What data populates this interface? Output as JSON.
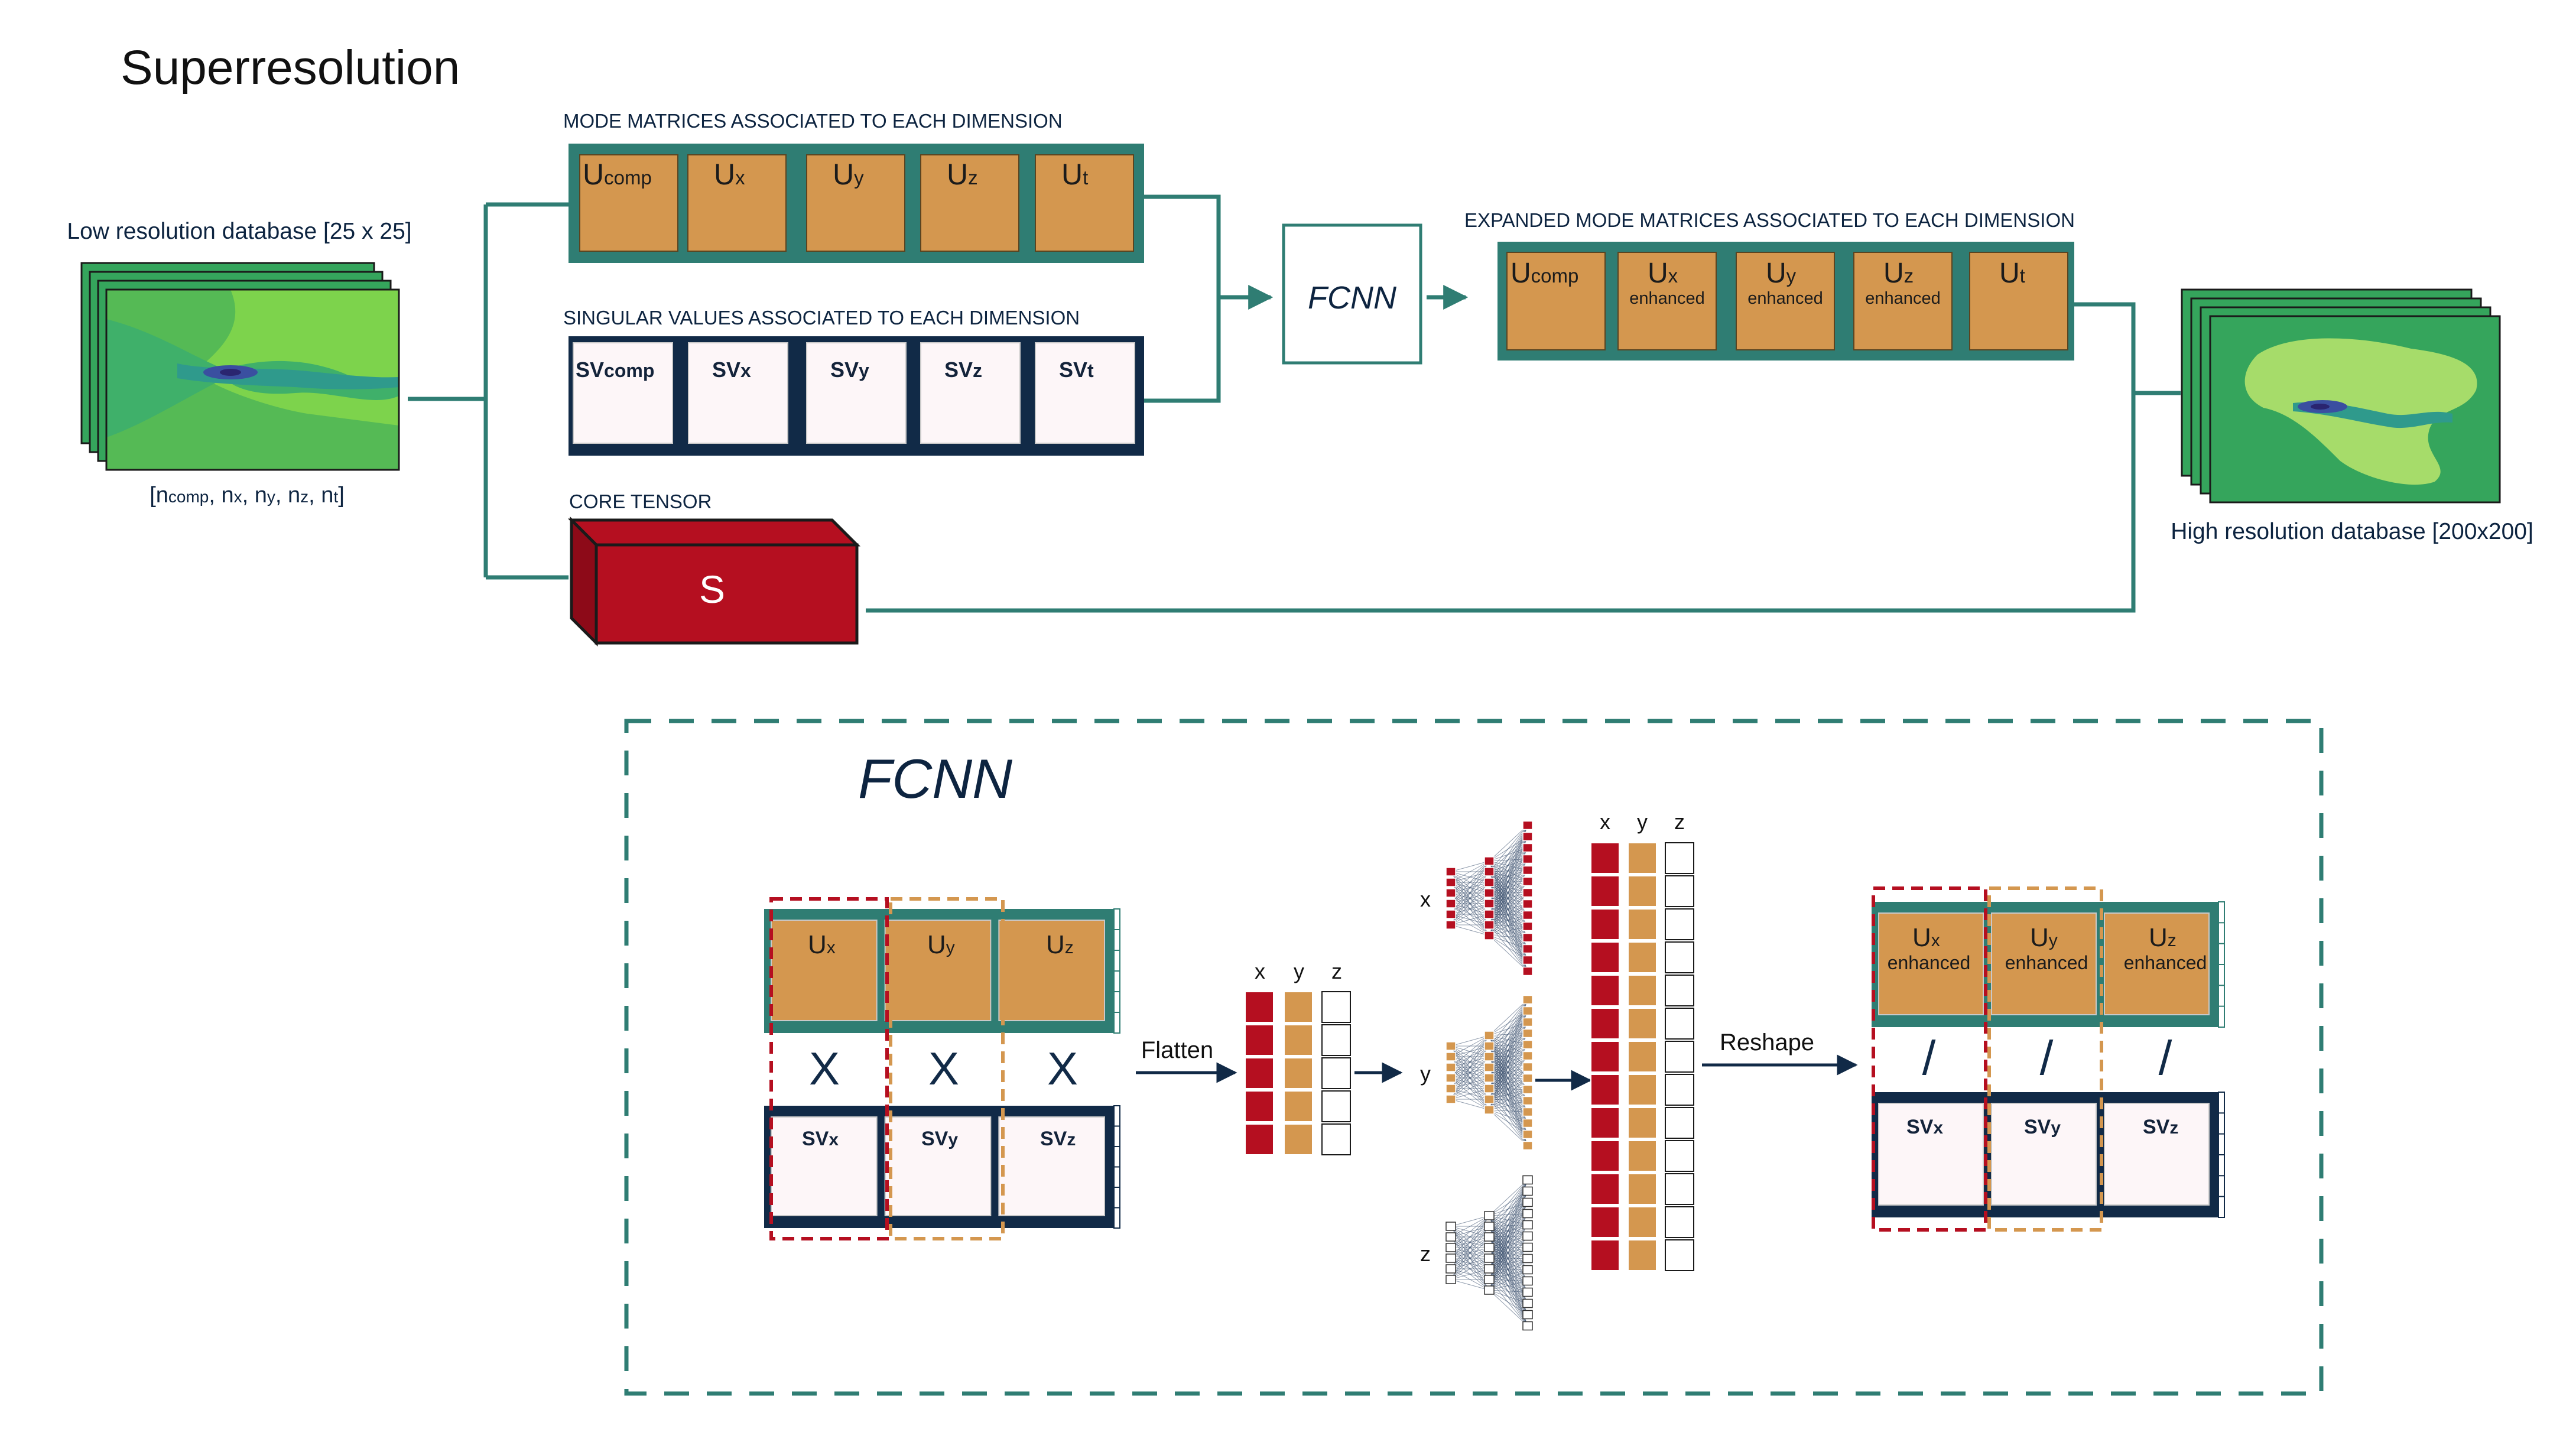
{
  "title": "Superresolution",
  "low_res": {
    "label": "Low resolution database [25 x 25]",
    "dims": {
      "open": "[",
      "items": [
        {
          "base": "n",
          "sub": "comp"
        },
        {
          "base": "n",
          "sub": "x"
        },
        {
          "base": "n",
          "sub": "y"
        },
        {
          "base": "n",
          "sub": "z"
        },
        {
          "base": "n",
          "sub": "t"
        }
      ],
      "close": "]"
    }
  },
  "mode_matrices": {
    "caption": "MODE MATRICES ASSOCIATED TO EACH DIMENSION",
    "items": [
      {
        "base": "U",
        "sub": "comp"
      },
      {
        "base": "U",
        "sub": "x"
      },
      {
        "base": "U",
        "sub": "y"
      },
      {
        "base": "U",
        "sub": "z"
      },
      {
        "base": "U",
        "sub": "t"
      }
    ]
  },
  "singular_values": {
    "caption": "SINGULAR VALUES ASSOCIATED TO EACH DIMENSION",
    "items": [
      {
        "base": "SV",
        "sub": "comp"
      },
      {
        "base": "SV",
        "sub": "x"
      },
      {
        "base": "SV",
        "sub": "y"
      },
      {
        "base": "SV",
        "sub": "z"
      },
      {
        "base": "SV",
        "sub": "t"
      }
    ]
  },
  "core_tensor": {
    "caption": "CORE TENSOR",
    "symbol": "S"
  },
  "fcnn_box": {
    "label": "FCNN"
  },
  "expanded": {
    "caption": "EXPANDED MODE MATRICES ASSOCIATED TO EACH DIMENSION",
    "items": [
      {
        "base": "U",
        "sub": "comp",
        "note": ""
      },
      {
        "base": "U",
        "sub": "x",
        "note": "enhanced"
      },
      {
        "base": "U",
        "sub": "y",
        "note": "enhanced"
      },
      {
        "base": "U",
        "sub": "z",
        "note": "enhanced"
      },
      {
        "base": "U",
        "sub": "t",
        "note": ""
      }
    ]
  },
  "high_res": {
    "label": "High resolution database [200x200]"
  },
  "detail": {
    "title": "FCNN",
    "left_u": [
      {
        "base": "U",
        "sub": "x"
      },
      {
        "base": "U",
        "sub": "y"
      },
      {
        "base": "U",
        "sub": "z"
      }
    ],
    "multiply": "X",
    "left_sv": [
      {
        "base": "SV",
        "sub": "x"
      },
      {
        "base": "SV",
        "sub": "y"
      },
      {
        "base": "SV",
        "sub": "z"
      }
    ],
    "flatten": "Flatten",
    "reshape": "Reshape",
    "col_labels": [
      "x",
      "y",
      "z"
    ],
    "net_labels": [
      "x",
      "y",
      "z"
    ],
    "right_u": [
      {
        "base": "U",
        "sub": "x",
        "note": "enhanced"
      },
      {
        "base": "U",
        "sub": "y",
        "note": "enhanced"
      },
      {
        "base": "U",
        "sub": "z",
        "note": "enhanced"
      }
    ],
    "divide": "/",
    "right_sv": [
      {
        "base": "SV",
        "sub": "x"
      },
      {
        "base": "SV",
        "sub": "y"
      },
      {
        "base": "SV",
        "sub": "z"
      }
    ]
  },
  "colors": {
    "teal": "#2f7d73",
    "navy": "#112a47",
    "orange": "#d4974f",
    "red": "#b50f20",
    "text": "#0d2440",
    "pale": "#fdf6f8",
    "green": "#7dd34c",
    "dark_green": "#35a55c"
  }
}
